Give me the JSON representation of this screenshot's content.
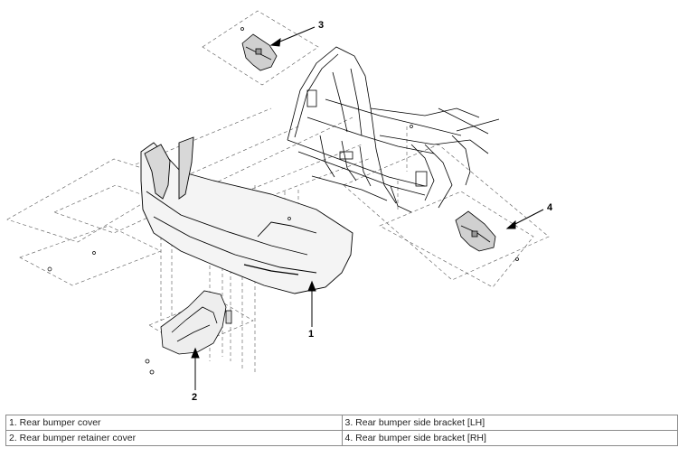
{
  "callouts": {
    "c1": "1",
    "c2": "2",
    "c3": "3",
    "c4": "4"
  },
  "legend": {
    "rows": [
      [
        "1. Rear bumper cover",
        "3. Rear bumper side bracket [LH]"
      ],
      [
        "2. Rear bumper retainer cover",
        "4. Rear bumper side bracket [RH]"
      ]
    ]
  },
  "colors": {
    "line": "#000000",
    "dash": "#555555",
    "part_fill": "#f2f2f2",
    "part_dark": "#9a9a9a"
  }
}
